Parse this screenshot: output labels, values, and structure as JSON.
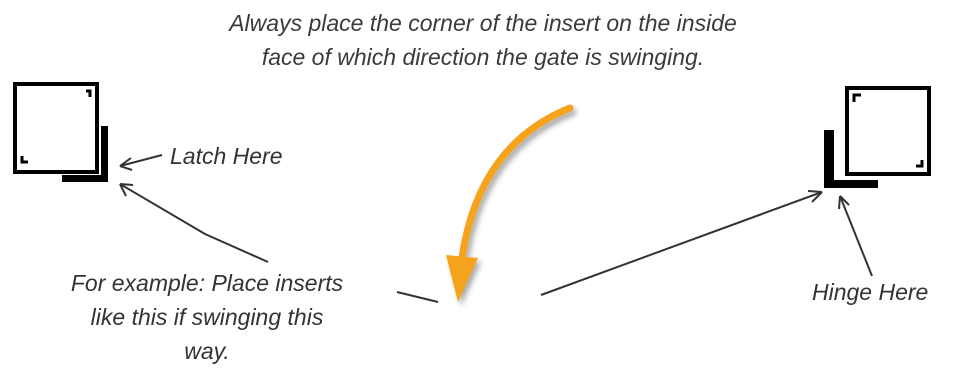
{
  "caption": {
    "line1": "Always place the corner of the insert on the inside",
    "line2": "face of which direction the gate is swinging."
  },
  "labels": {
    "latch": "Latch Here",
    "hinge": "Hinge Here",
    "example_line1": "For example: Place inserts",
    "example_line2": "like this if swinging this",
    "example_line3": "way."
  },
  "colors": {
    "swing_arrow": "#f5a21f",
    "swing_arrow_dark": "#e8870f",
    "lines": "#000000",
    "pointer": "#333333"
  }
}
